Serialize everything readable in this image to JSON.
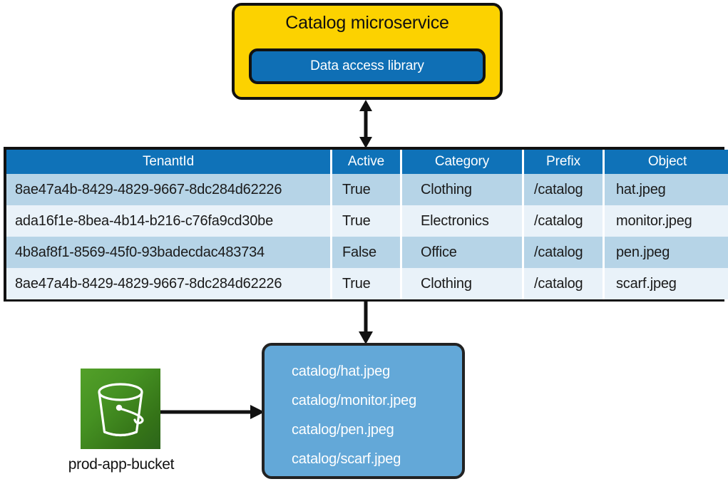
{
  "diagram": {
    "service": {
      "title": "Catalog microservice",
      "inner_label": "Data access library",
      "box_color": "#fcd200",
      "inner_color": "#0f6fb5"
    },
    "table": {
      "header_color": "#0f72b8",
      "row_odd_color": "#b6d4e7",
      "row_even_color": "#e9f2f9",
      "columns": [
        "TenantId",
        "Active",
        "Category",
        "Prefix",
        "Object"
      ],
      "rows": [
        {
          "tenant_id": "8ae47a4b-8429-4829-9667-8dc284d62226",
          "active": "True",
          "category": "Clothing",
          "prefix": "/catalog",
          "object": "hat.jpeg"
        },
        {
          "tenant_id": "ada16f1e-8bea-4b14-b216-c76fa9cd30be",
          "active": "True",
          "category": "Electronics",
          "prefix": "/catalog",
          "object": "monitor.jpeg"
        },
        {
          "tenant_id": "4b8af8f1-8569-45f0-93badecdac483734",
          "active": "False",
          "category": "Office",
          "prefix": "/catalog",
          "object": "pen.jpeg"
        },
        {
          "tenant_id": "8ae47a4b-8429-4829-9667-8dc284d62226",
          "active": "True",
          "category": "Clothing",
          "prefix": "/catalog",
          "object": "scarf.jpeg"
        }
      ]
    },
    "objects_box": {
      "color": "#63a8d8",
      "lines": [
        "catalog/hat.jpeg",
        "catalog/monitor.jpeg",
        "catalog/pen.jpeg",
        "catalog/scarf.jpeg"
      ]
    },
    "bucket": {
      "icon_name": "s3-bucket-icon",
      "label": "prod-app-bucket",
      "color_top": "#53a029",
      "color_bottom": "#2c651a"
    },
    "connectors": [
      {
        "name": "service-to-table",
        "direction": "bidirectional",
        "orientation": "vertical"
      },
      {
        "name": "table-to-objects",
        "direction": "down",
        "orientation": "vertical"
      },
      {
        "name": "bucket-to-objects",
        "direction": "right",
        "orientation": "horizontal"
      }
    ]
  }
}
